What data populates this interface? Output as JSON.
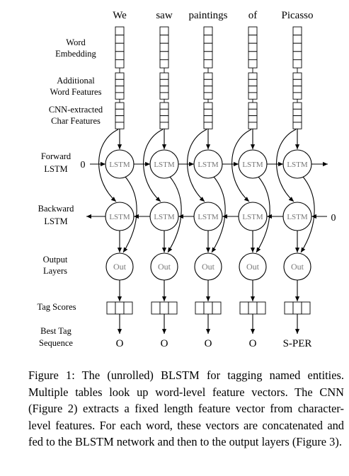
{
  "words": [
    "We",
    "saw",
    "paintings",
    "of",
    "Picasso"
  ],
  "row_labels": {
    "word_embedding": [
      "Word",
      "Embedding"
    ],
    "additional_features": [
      "Additional",
      "Word Features"
    ],
    "char_features": [
      "CNN-extracted",
      "Char Features"
    ],
    "forward_lstm": [
      "Forward",
      "LSTM"
    ],
    "backward_lstm": [
      "Backward",
      "LSTM"
    ],
    "output_layers": [
      "Output",
      "Layers"
    ],
    "tag_scores": [
      "Tag Scores"
    ],
    "best_tag_sequence": [
      "Best Tag",
      "Sequence"
    ]
  },
  "node_labels": {
    "lstm": "LSTM",
    "out": "Out"
  },
  "initial_state": "0",
  "tags": [
    "O",
    "O",
    "O",
    "O",
    "S-PER"
  ],
  "caption": "Figure 1: The (unrolled) BLSTM for tagging named entities. Multiple tables look up word-level feature vectors. The CNN (Figure 2) extracts a fixed length feature vector from character-level features. For each word, these vectors are concatenated and fed to the BLSTM network and then to the output layers (Figure 3)."
}
